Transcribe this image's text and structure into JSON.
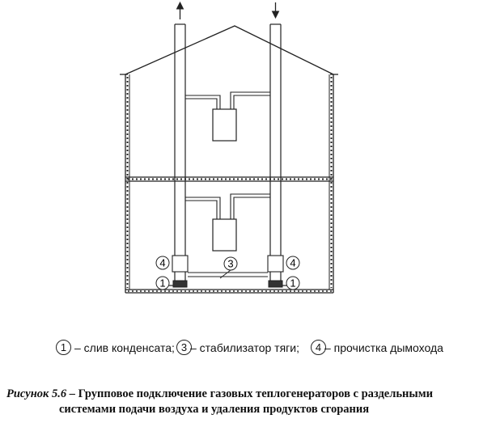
{
  "badges": {
    "one": "1",
    "three": "3",
    "four": "4"
  },
  "legend": {
    "item1_number": "1",
    "item1_text": "– слив конденсата;",
    "item3_number": "3",
    "item3_text": "– стабилизатор тяги;",
    "item4_number": "4",
    "item4_text": "– прочистка дымохода"
  },
  "caption": {
    "label": "Рисунок 5.6 –",
    "line1": "Групповое подключение газовых теплогенераторов  с раздельными",
    "line2": "системами подачи воздуха и удаления продуктов сгорания"
  }
}
